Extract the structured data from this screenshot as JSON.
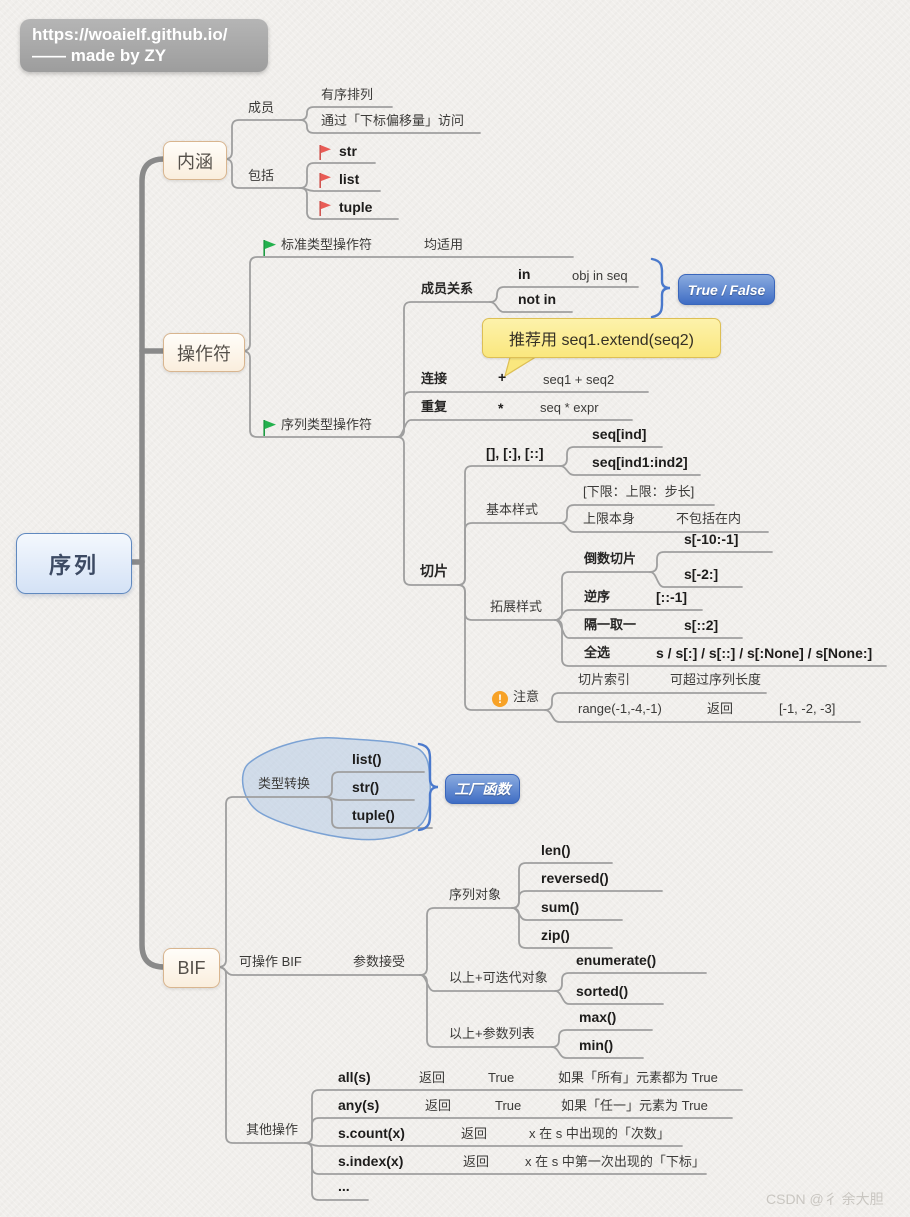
{
  "badge": {
    "line1": "https://woaielf.github.io/",
    "line2": "—— made by ZY"
  },
  "watermark": "CSDN @彳 余大胆",
  "colors": {
    "accent_blue": "#4470c4",
    "brace_blue": "#4a79cc",
    "callout_yellow": "#fae77e",
    "flag_red": "#e95b55",
    "flag_green": "#23b14d",
    "warning_orange": "#f7a227",
    "node_cream": "#faeedd",
    "root_blue": "#d4e2f6",
    "line_gray": "#9f9f9f"
  },
  "tree": {
    "root": "序列",
    "neihan": {
      "label": "内涵",
      "chengyuan": {
        "label": "成员",
        "ordered": "有序排列",
        "access": "通过「下标偏移量」访问"
      },
      "baokuo": {
        "label": "包括",
        "str": "str",
        "list": "list",
        "tuple": "tuple"
      }
    },
    "caozuofu": {
      "label": "操作符",
      "std": {
        "label": "标准类型操作符",
        "note": "均适用"
      },
      "seq": {
        "label": "序列类型操作符",
        "membership": {
          "label": "成员关系",
          "in": "in",
          "in_example": "obj in seq",
          "not_in": "not in",
          "result": "True / False",
          "callout": "推荐用 seq1.extend(seq2)"
        },
        "concat": {
          "label": "连接",
          "op": "+",
          "example": "seq1 + seq2"
        },
        "repeat": {
          "label": "重复",
          "op": "*",
          "example": "seq * expr"
        },
        "slice": {
          "label": "切片",
          "syntax": {
            "label": "[], [:], [::]",
            "ex1": "seq[ind]",
            "ex2": "seq[ind1:ind2]"
          },
          "basic": {
            "label": "基本样式",
            "format": "[下限：上限：步长]",
            "upper": "上限本身",
            "upper_note": "不包括在内"
          },
          "extended": {
            "label": "拓展样式",
            "negative": {
              "label": "倒数切片",
              "ex1": "s[-10:-1]",
              "ex2": "s[-2:]"
            },
            "reverse": {
              "label": "逆序",
              "ex": "[::-1]"
            },
            "every_other": {
              "label": "隔一取一",
              "ex": "s[::2]"
            },
            "select_all": {
              "label": "全选",
              "ex": "s / s[:] / s[::] / s[:None] / s[None:]"
            }
          },
          "note": {
            "label": "注意",
            "icon": "!",
            "index_label": "切片索引",
            "index_note": "可超过序列长度",
            "range_call": "range(-1,-4,-1)",
            "returns": "返回",
            "range_result": "[-1, -2, -3]"
          }
        }
      }
    },
    "bif": {
      "label": "BIF",
      "convert": {
        "label": "类型转换",
        "list": "list()",
        "str": "str()",
        "tuple": "tuple()",
        "callout": "工厂函数"
      },
      "operable": {
        "label": "可操作 BIF",
        "accepts": "参数接受",
        "seq_obj": {
          "label": "序列对象",
          "len": "len()",
          "reversed": "reversed()",
          "sum": "sum()",
          "zip": "zip()"
        },
        "iterable": {
          "label": "以上+可迭代对象",
          "enumerate": "enumerate()",
          "sorted": "sorted()"
        },
        "args": {
          "label": "以上+参数列表",
          "max": "max()",
          "min": "min()"
        }
      },
      "other": {
        "label": "其他操作",
        "all": {
          "fn": "all(s)",
          "returns": "返回",
          "value": "True",
          "cond": "如果「所有」元素都为 True"
        },
        "any": {
          "fn": "any(s)",
          "returns": "返回",
          "value": "True",
          "cond": "如果「任一」元素为 True"
        },
        "count": {
          "fn": "s.count(x)",
          "returns": "返回",
          "desc": "x 在 s 中出现的「次数」"
        },
        "index": {
          "fn": "s.index(x)",
          "returns": "返回",
          "desc": "x 在 s 中第一次出现的「下标」"
        },
        "more": "..."
      }
    }
  }
}
